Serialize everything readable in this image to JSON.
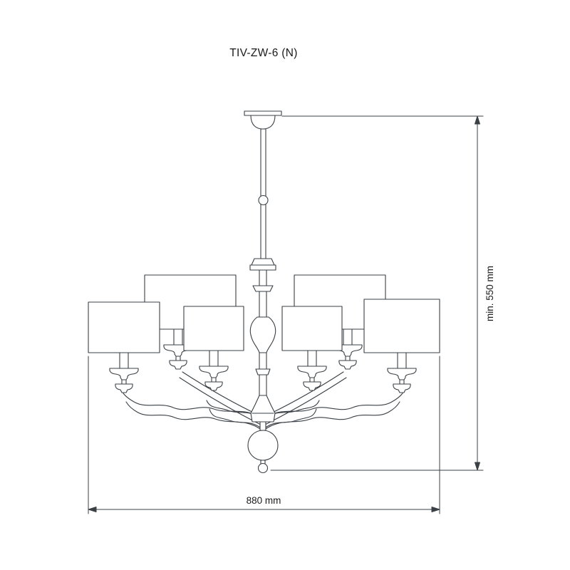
{
  "page": {
    "background": "#ffffff"
  },
  "diagram": {
    "title": "TIV-ZW-6 (N)",
    "height_dimension": "min. 550 mm",
    "width_dimension": "880 mm",
    "line_color": "#3a4045",
    "text_color": "#1a1a1a"
  }
}
